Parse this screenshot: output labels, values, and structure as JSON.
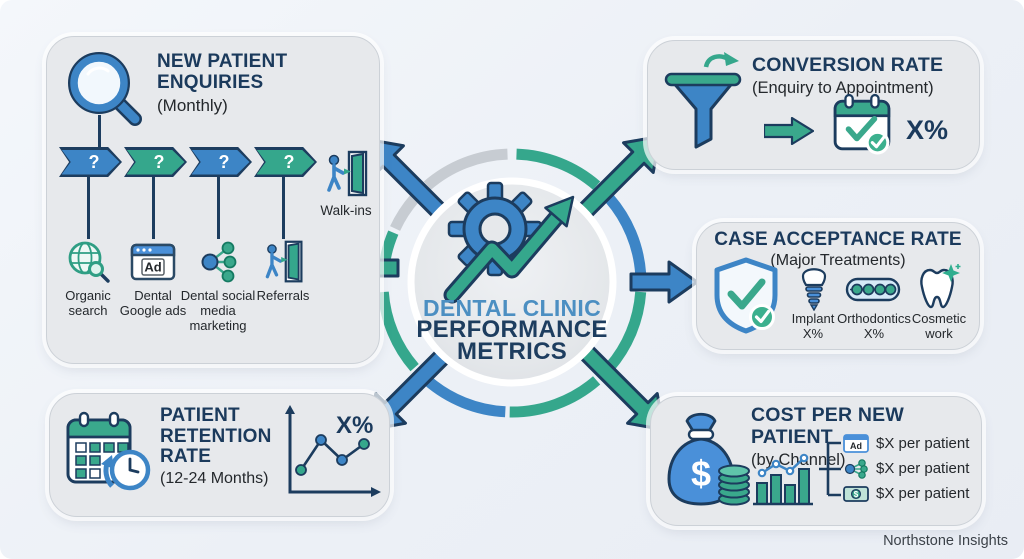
{
  "footer": {
    "brand": "Northstone Insights"
  },
  "center": {
    "line1": "DENTAL CLINIC",
    "line2": "PERFORMANCE",
    "line3": "METRICS"
  },
  "icons": {
    "ad_text": "Ad",
    "dollar": "$"
  },
  "colors": {
    "blue": "#3d85c6",
    "teal": "#35a78c",
    "navy": "#1c3c5e",
    "ring_gray": "#c7ccd2",
    "title_blue": "#4c8fc2"
  },
  "panels": {
    "enquiries": {
      "title": "NEW PATIENT ENQUIRIES",
      "subtitle": "(Monthly)",
      "chevron_marks": [
        "?",
        "?",
        "?",
        "?"
      ],
      "walk_ins_label": "Walk-ins",
      "sources": [
        {
          "label": "Organic search"
        },
        {
          "label": "Dental Google ads"
        },
        {
          "label": "Dental social media marketing"
        },
        {
          "label": "Referrals"
        }
      ]
    },
    "conversion": {
      "title": "CONVERSION RATE",
      "subtitle": "(Enquiry to Appointment)",
      "value": "X%"
    },
    "case_acceptance": {
      "title": "CASE ACCEPTANCE RATE",
      "subtitle": "(Major Treatments)",
      "treatments": [
        {
          "label": "Implant",
          "value": "X%"
        },
        {
          "label": "Orthodontics",
          "value": "X%"
        },
        {
          "label": "Cosmetic work",
          "value": ""
        }
      ]
    },
    "retention": {
      "title": "PATIENT RETENTION RATE",
      "subtitle": "(12-24 Months)",
      "value": "X%"
    },
    "cost": {
      "title": "COST PER NEW PATIENT",
      "subtitle": "(by Channel)",
      "channels": [
        {
          "label": "$X per patient"
        },
        {
          "label": "$X per patient"
        },
        {
          "label": "$X per patient"
        }
      ]
    }
  }
}
